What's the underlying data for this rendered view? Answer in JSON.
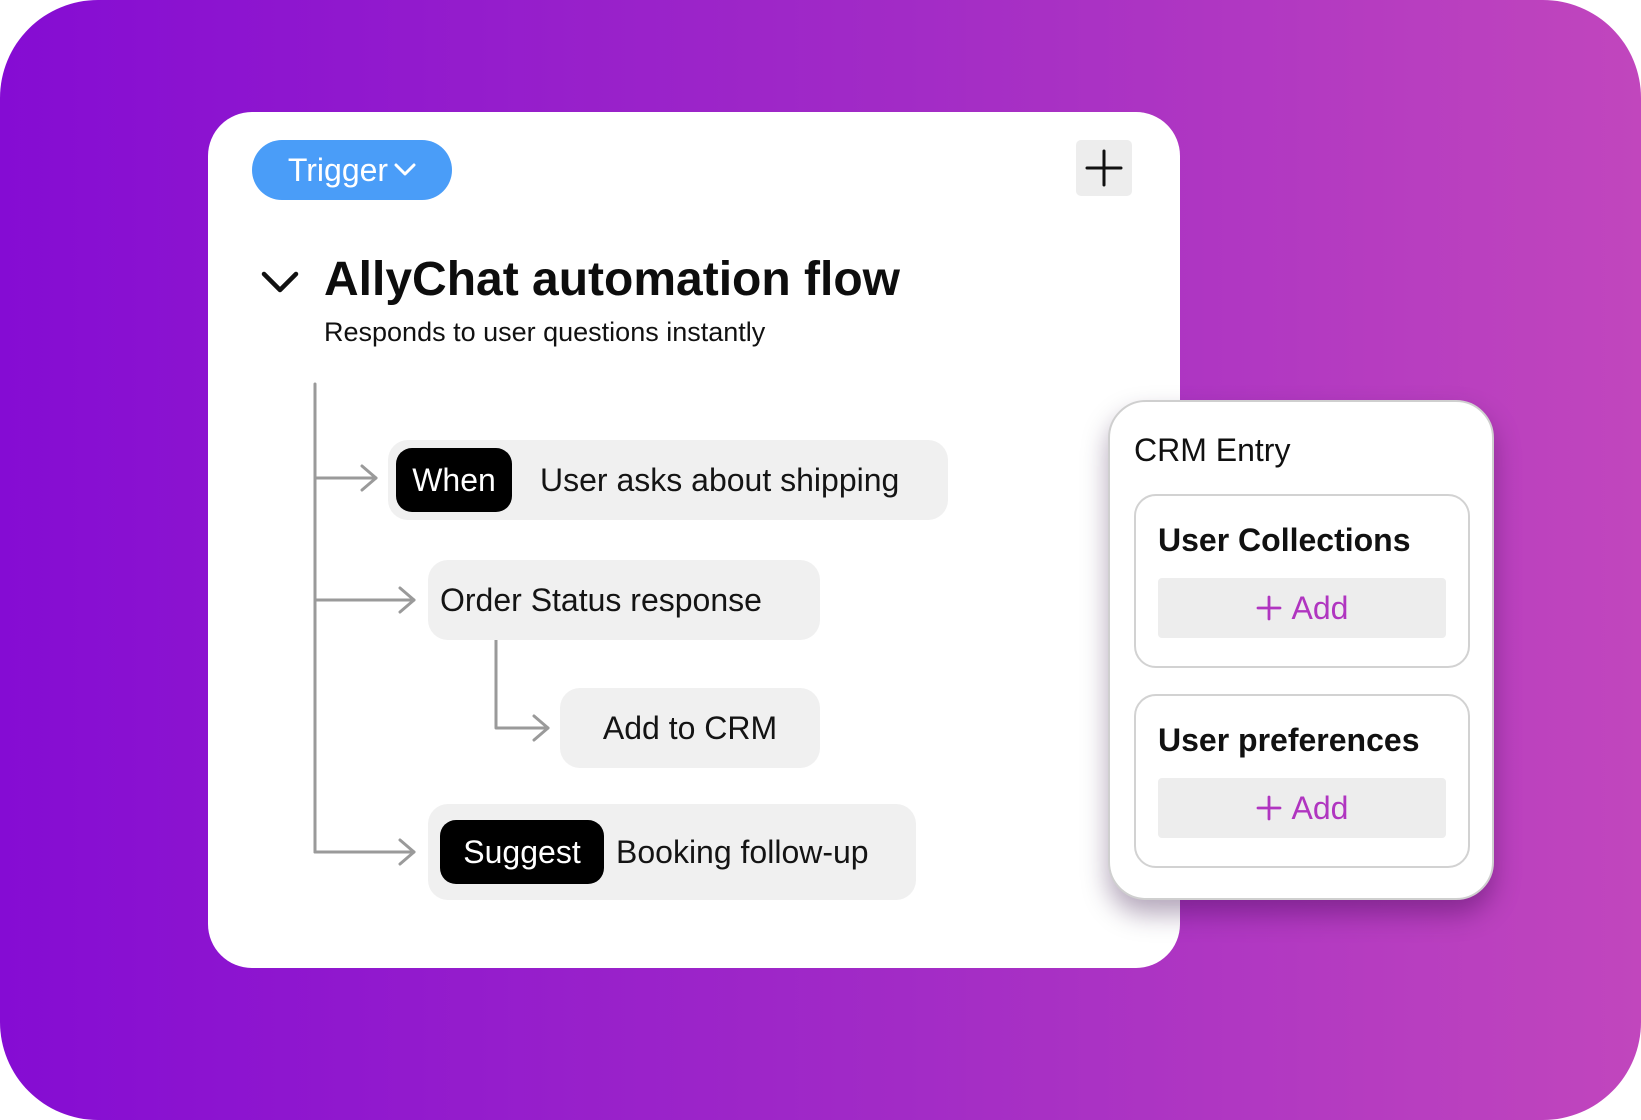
{
  "flow_card": {
    "trigger_label": "Trigger",
    "title": "AllyChat automation flow",
    "subtitle": "Responds to user questions instantly",
    "nodes": [
      {
        "tag": "When",
        "text": "User asks about shipping"
      },
      {
        "text": "Order Status response"
      },
      {
        "text": "Add to CRM"
      },
      {
        "tag": "Suggest",
        "text": "Booking follow-up"
      }
    ]
  },
  "crm_panel": {
    "title": "CRM Entry",
    "sections": [
      {
        "title": "User Collections",
        "add_label": "Add"
      },
      {
        "title": "User preferences",
        "add_label": "Add"
      }
    ]
  },
  "colors": {
    "background_start": "#850cd3",
    "background_end": "#c146bd",
    "trigger_blue": "#4a9df8",
    "add_accent": "#b035c0",
    "node_background": "#f0f0f0",
    "tag_background": "#000000"
  },
  "icons": [
    "chevron-down-icon",
    "plus-icon",
    "arrow-right-icon"
  ]
}
